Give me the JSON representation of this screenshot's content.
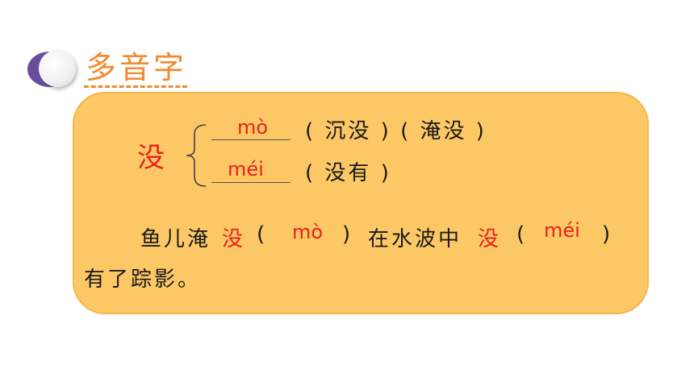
{
  "section": {
    "title": "多音字"
  },
  "entry": {
    "char": "没",
    "reading1": {
      "pinyin": "mò",
      "open": "(",
      "words": "沉没 ) ( 淹没",
      "close": ")"
    },
    "reading2": {
      "pinyin": "méi",
      "open": "(",
      "words": "没有",
      "close": ")"
    }
  },
  "sentence": {
    "part1": "鱼儿淹",
    "char1": "没",
    "open1": "(",
    "answer1": "mò",
    "close1": ")",
    "part2": "在水波中",
    "char2": "没",
    "open2": "(",
    "answer2": "méi",
    "close2": ")",
    "part3": "有了踪影。"
  },
  "colors": {
    "accent": "#f08a2c",
    "card": "#fcc866",
    "highlight": "#e8211c",
    "badge": "#6b4e9b"
  }
}
